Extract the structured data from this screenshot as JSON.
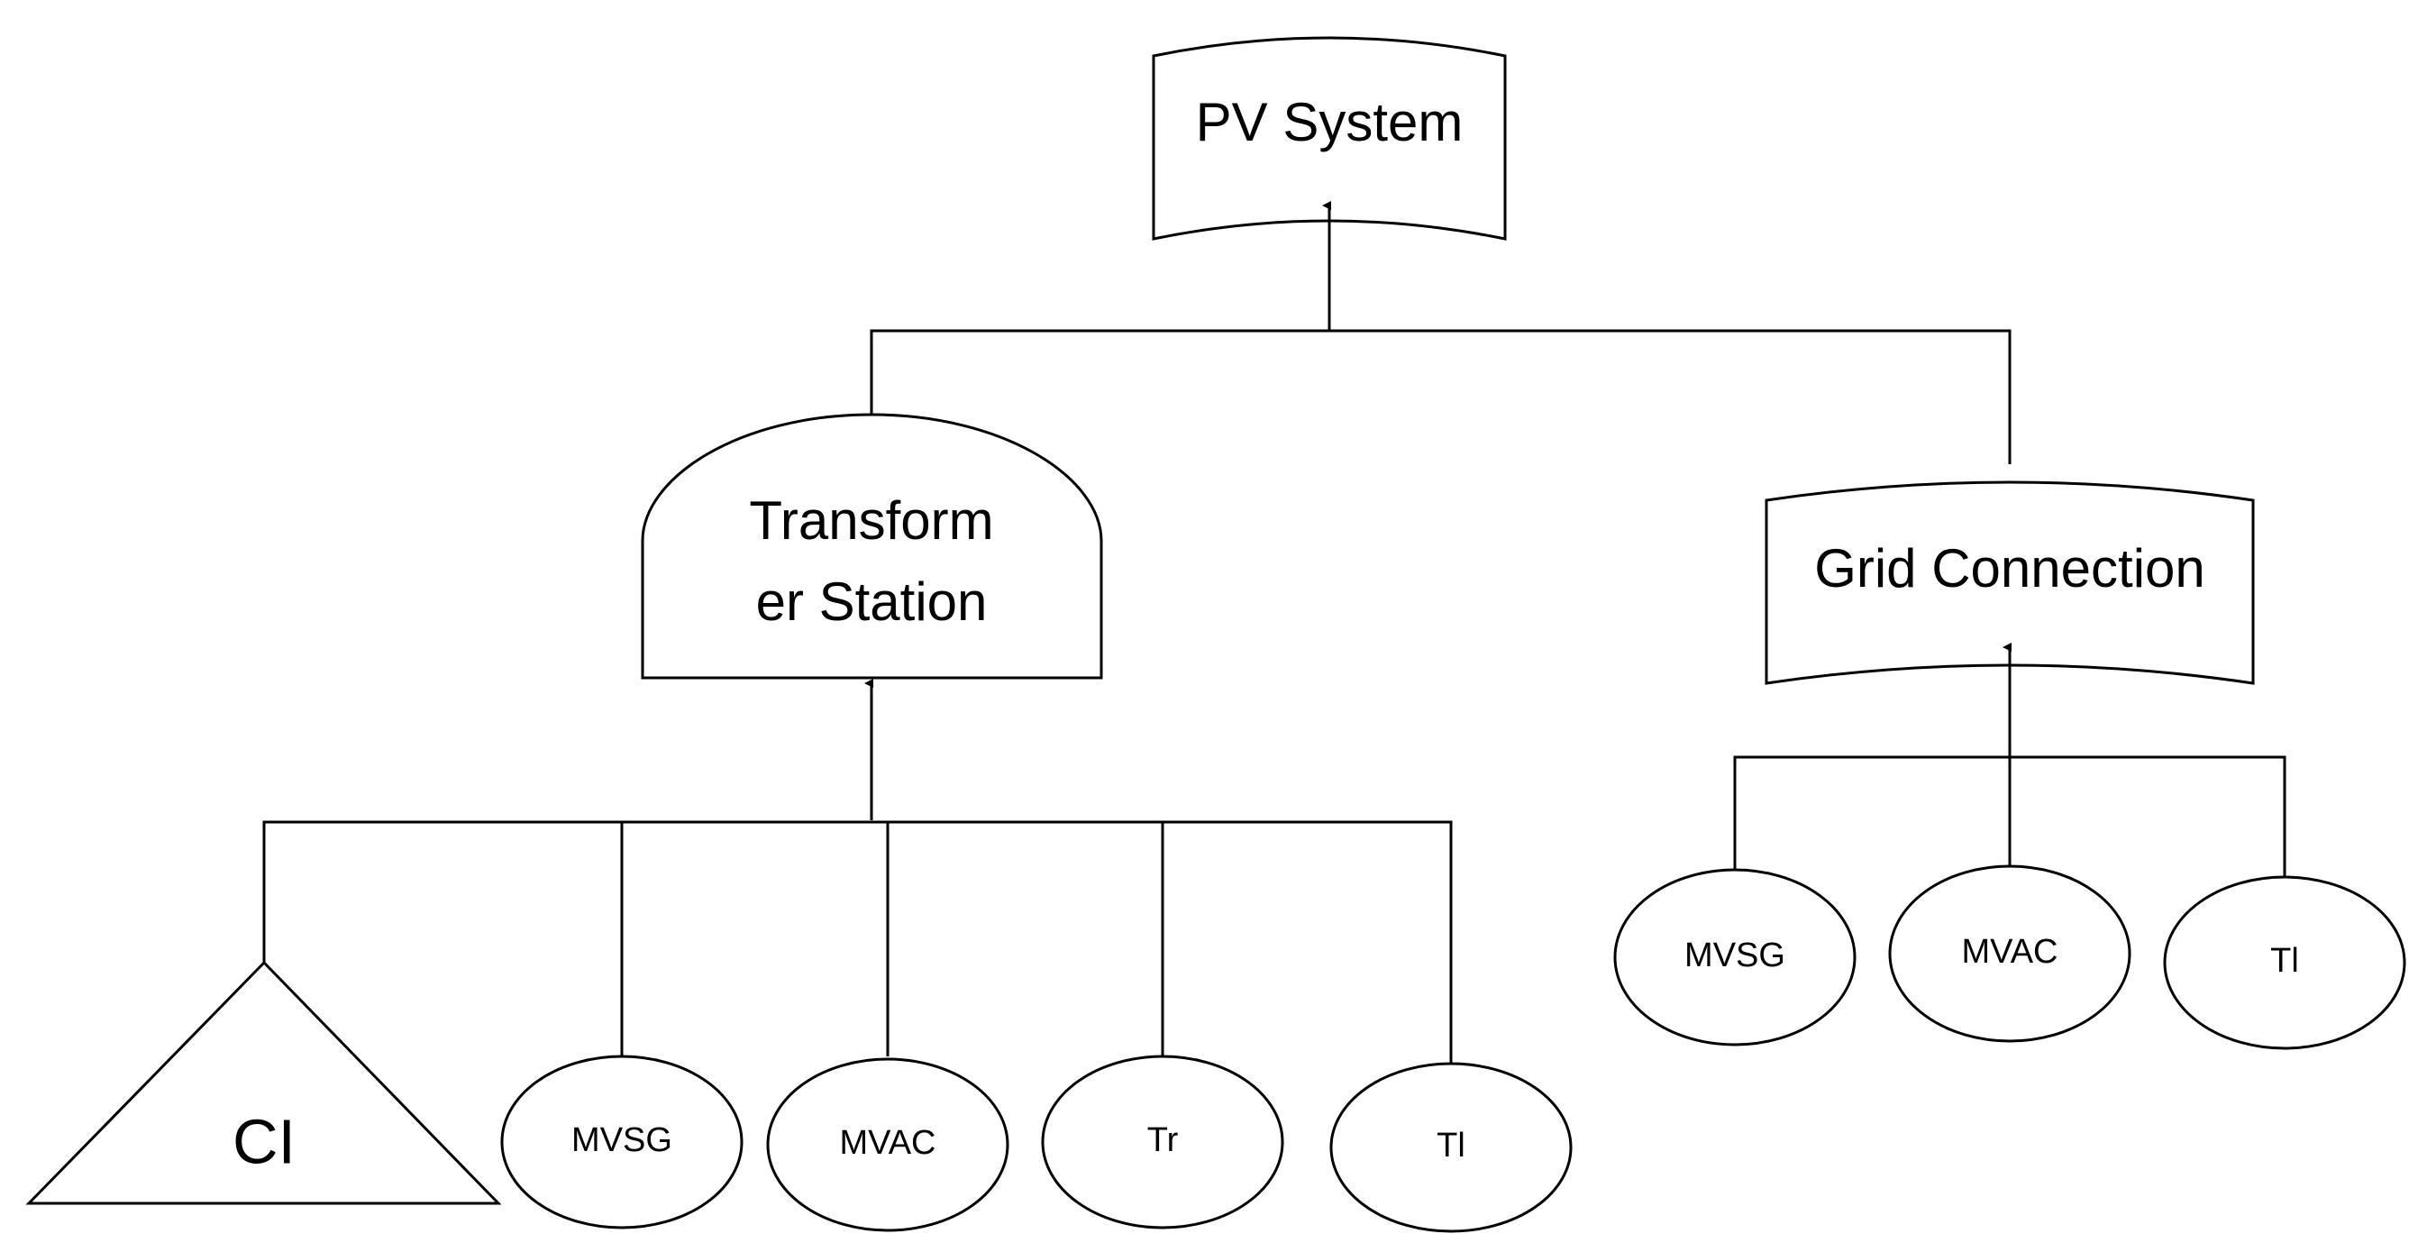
{
  "nodes": {
    "pv_system": {
      "label": "PV System"
    },
    "transformer_station": {
      "line1": "Transform",
      "line2": "er Station"
    },
    "grid_connection": {
      "label": "Grid Connection"
    },
    "ci": {
      "label": "CI"
    },
    "ts_children": [
      {
        "label": "MVSG"
      },
      {
        "label": "MVAC"
      },
      {
        "label": "Tr"
      },
      {
        "label": "Tl"
      }
    ],
    "gc_children": [
      {
        "label": "MVSG"
      },
      {
        "label": "MVAC"
      },
      {
        "label": "Tl"
      }
    ]
  },
  "colors": {
    "stroke": "#000000",
    "fill": "#ffffff",
    "text": "#000000"
  }
}
